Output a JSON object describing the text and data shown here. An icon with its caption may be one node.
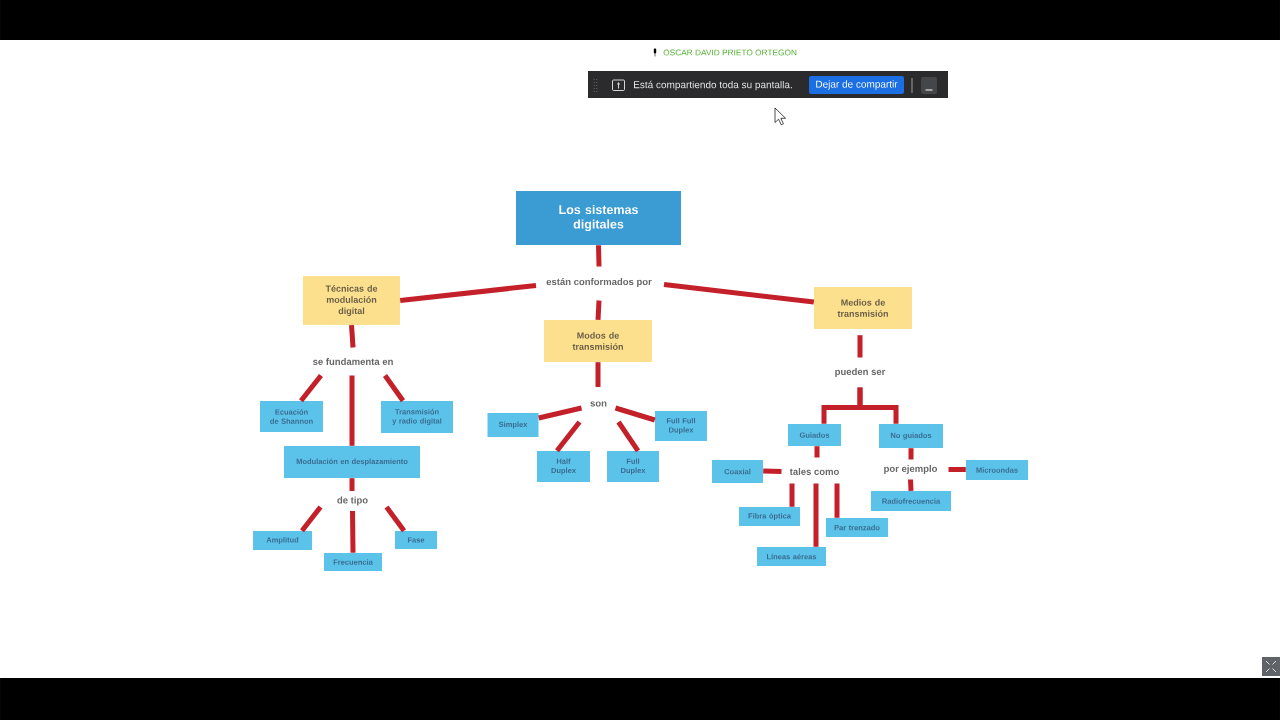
{
  "diagram": {
    "nodes": [
      {
        "text": [
          "Los sistemas digitales"
        ]
      },
      {
        "text": [
          "están conformados por"
        ]
      },
      {
        "text": [
          "Técnicas de modulación digital"
        ]
      },
      {
        "text": [
          "Modos de transmisión"
        ]
      },
      {
        "text": [
          "Medios de transmisión"
        ]
      },
      {
        "text": [
          "se fundamenta en"
        ]
      },
      {
        "text": [
          "Ecuación de Shannon"
        ]
      },
      {
        "text": [
          "Transmisión y radio digital"
        ]
      },
      {
        "text": [
          "Modulación en desplazamiento"
        ]
      },
      {
        "text": [
          "de tipo"
        ]
      },
      {
        "text": [
          "Amplitud"
        ]
      },
      {
        "text": [
          "Frecuencia"
        ]
      },
      {
        "text": [
          "Fase"
        ]
      },
      {
        "text": [
          "son"
        ]
      },
      {
        "text": [
          "Simplex"
        ]
      },
      {
        "text": [
          "Half Duplex"
        ]
      },
      {
        "text": [
          "Full Duplex"
        ]
      },
      {
        "text": [
          "Full Full Duplex"
        ]
      },
      {
        "text": [
          "pueden ser"
        ]
      },
      {
        "text": [
          "Guiados"
        ]
      },
      {
        "text": [
          "No guiados"
        ]
      },
      {
        "text": [
          "tales como"
        ]
      },
      {
        "text": [
          "Coaxial"
        ]
      },
      {
        "text": [
          "Fibra óptica"
        ]
      },
      {
        "text": [
          "Par trenzado"
        ]
      },
      {
        "text": [
          "Líneas aéreas"
        ]
      },
      {
        "text": [
          "por ejemplo"
        ]
      },
      {
        "text": [
          "Microondas"
        ]
      },
      {
        "text": [
          "Radiofrecuencia"
        ]
      }
    ],
    "edges": [
      {
        "from": 0,
        "to": 1,
        "arrow": "none"
      },
      {
        "from": 1,
        "to": 2,
        "arrow": "none"
      },
      {
        "from": 1,
        "to": 3,
        "arrow": "none"
      },
      {
        "from": 1,
        "to": 4,
        "arrow": "none"
      },
      {
        "from": 2,
        "to": 5,
        "arrow": "none"
      },
      {
        "from": 5,
        "to": 6,
        "arrow": "none"
      },
      {
        "from": 5,
        "to": 7,
        "arrow": "none"
      },
      {
        "from": 5,
        "to": 8,
        "arrow": "none"
      },
      {
        "from": 8,
        "to": 9,
        "arrow": "none"
      },
      {
        "from": 9,
        "to": 10,
        "arrow": "none"
      },
      {
        "from": 9,
        "to": 11,
        "arrow": "none"
      },
      {
        "from": 9,
        "to": 12,
        "arrow": "none"
      },
      {
        "from": 3,
        "to": 13,
        "arrow": "none"
      },
      {
        "from": 13,
        "to": 14,
        "arrow": "none"
      },
      {
        "from": 13,
        "to": 15,
        "arrow": "none"
      },
      {
        "from": 13,
        "to": 16,
        "arrow": "none"
      },
      {
        "from": 13,
        "to": 17,
        "arrow": "none"
      },
      {
        "from": 4,
        "to": 18,
        "arrow": "none"
      },
      {
        "from": 18,
        "to": 19,
        "arrow": "none"
      },
      {
        "from": 18,
        "to": 20,
        "arrow": "none"
      },
      {
        "from": 19,
        "to": 21,
        "arrow": "none"
      },
      {
        "from": 21,
        "to": 22,
        "arrow": "none"
      },
      {
        "from": 21,
        "to": 23,
        "arrow": "none"
      },
      {
        "from": 21,
        "to": 24,
        "arrow": "none"
      },
      {
        "from": 21,
        "to": 25,
        "arrow": "none"
      },
      {
        "from": 20,
        "to": 26,
        "arrow": "none"
      },
      {
        "from": 26,
        "to": 27,
        "arrow": "none"
      },
      {
        "from": 26,
        "to": 28,
        "arrow": "none"
      }
    ],
    "labels": [
      "OSCAR DAVID PRIETO ORTEGON",
      "Está compartiendo toda su pantalla.",
      "Dejar de compartir"
    ]
  }
}
